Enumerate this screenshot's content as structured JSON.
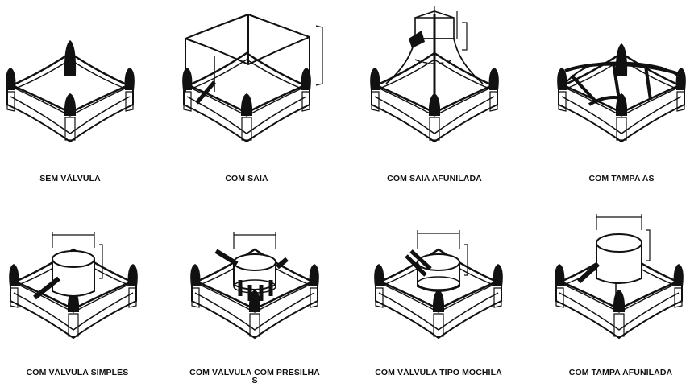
{
  "figure": {
    "items": [
      {
        "label": "SEM VÁLVULA",
        "icon": "bag-no-valve-icon"
      },
      {
        "label": "COM SAIA",
        "icon": "bag-skirt-icon"
      },
      {
        "label": "COM SAIA AFUNILADA",
        "icon": "bag-funnel-skirt-icon"
      },
      {
        "label": "COM TAMPA AS",
        "icon": "bag-lid-icon"
      },
      {
        "label": "COM VÁLVULA SIMPLES",
        "icon": "bag-simple-valve-icon"
      },
      {
        "label": "COM VÁLVULA COM PRESILHA",
        "label_cont": "S",
        "icon": "bag-valve-clips-icon"
      },
      {
        "label": "COM VÁLVULA TIPO MOCHILA",
        "icon": "bag-backpack-valve-icon"
      },
      {
        "label": "COM TAMPA AFUNILADA",
        "icon": "bag-funnel-lid-icon"
      }
    ],
    "colors": {
      "line": "#111111",
      "loop": "#0d0d0d",
      "background": "#ffffff"
    }
  }
}
